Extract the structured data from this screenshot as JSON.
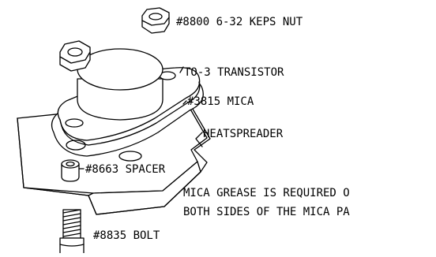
{
  "labels": {
    "nut": "#8800 6-32 KEPS NUT",
    "transistor": "TO-3 TRANSISTOR",
    "mica": "#3815 MICA",
    "heatspreader": "HEATSPREADER",
    "spacer": "#8663 SPACER",
    "note_line1": "MICA GREASE IS REQUIRED O",
    "note_line2": "BOTH SIDES OF THE MICA PA",
    "bolt": "#8835 BOLT"
  },
  "colors": {
    "ink": "#000000",
    "paper": "#ffffff"
  }
}
